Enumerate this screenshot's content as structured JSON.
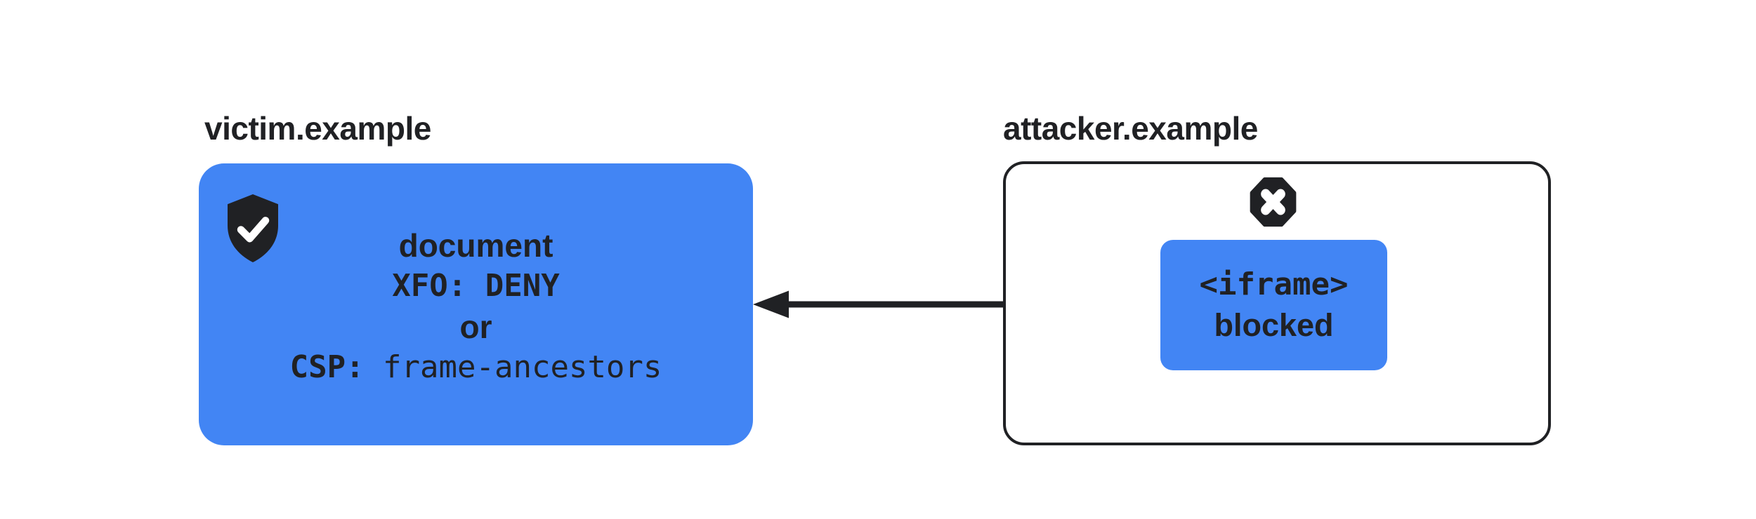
{
  "colors": {
    "accent_blue": "#4285F4",
    "ink": "#202124",
    "background": "#FFFFFF"
  },
  "victim": {
    "label": "victim.example",
    "icon": "shield-check-icon",
    "box_lines": {
      "line1": "document",
      "line2": "XFO: DENY",
      "line3": "or",
      "csp_prefix": "CSP:",
      "csp_value": " frame-ancestors"
    }
  },
  "attacker": {
    "label": "attacker.example",
    "icon": "blocked-x-icon",
    "iframe": {
      "tag": "<iframe>",
      "status": "blocked"
    }
  },
  "arrow": {
    "direction": "right-to-left",
    "from": "attacker-iframe",
    "to": "victim-document"
  }
}
